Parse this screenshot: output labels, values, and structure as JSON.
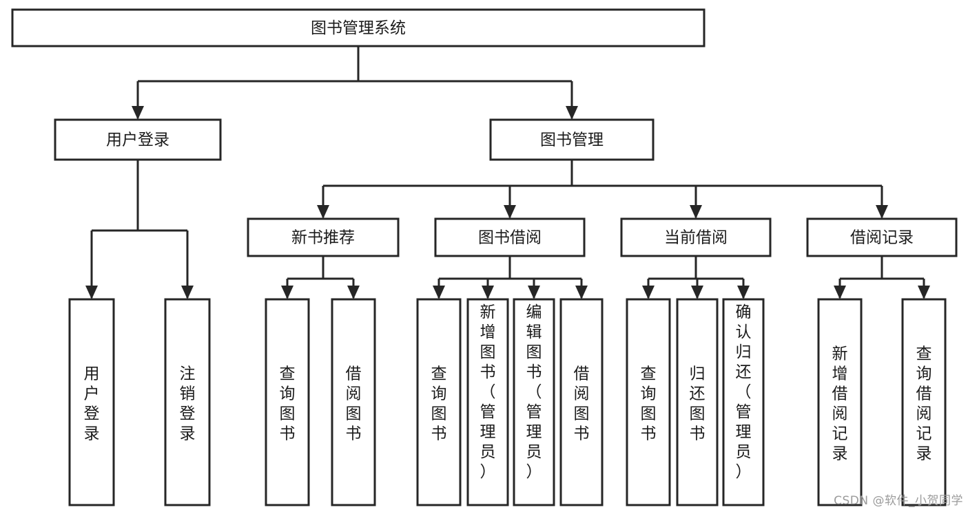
{
  "diagram": {
    "title": "图书管理系统",
    "type": "tree-hierarchy",
    "colors": {
      "stroke": "#262626",
      "fill": "#ffffff",
      "text": "#1b1b1b",
      "watermark": "#9b9b9b",
      "background": "#ffffff"
    },
    "nodes": {
      "root": {
        "label": "图书管理系统"
      },
      "level2": [
        {
          "id": "user-login",
          "label": "用户登录"
        },
        {
          "id": "book-manage",
          "label": "图书管理"
        }
      ],
      "level3": [
        {
          "id": "new-book-recommend",
          "label": "新书推荐"
        },
        {
          "id": "book-borrow",
          "label": "图书借阅"
        },
        {
          "id": "current-borrow",
          "label": "当前借阅"
        },
        {
          "id": "borrow-record",
          "label": "借阅记录"
        }
      ],
      "leaves": {
        "user-login": [
          {
            "id": "leaf-user-login",
            "label": "用户登录",
            "align": "middle"
          },
          {
            "id": "leaf-user-logout",
            "label": "注销登录",
            "align": "middle"
          }
        ],
        "new-book-recommend": [
          {
            "id": "leaf-query-book-1",
            "label": "查询图书",
            "align": "middle"
          },
          {
            "id": "leaf-borrow-book-1",
            "label": "借阅图书",
            "align": "middle"
          }
        ],
        "book-borrow": [
          {
            "id": "leaf-query-book-2",
            "label": "查询图书",
            "align": "middle"
          },
          {
            "id": "leaf-add-book",
            "label": "新增图书（管理员）",
            "align": "top"
          },
          {
            "id": "leaf-edit-book",
            "label": "编辑图书（管理员）",
            "align": "top"
          },
          {
            "id": "leaf-borrow-book-2",
            "label": "借阅图书",
            "align": "middle"
          }
        ],
        "current-borrow": [
          {
            "id": "leaf-query-book-3",
            "label": "查询图书",
            "align": "middle"
          },
          {
            "id": "leaf-return-book",
            "label": "归还图书",
            "align": "middle"
          },
          {
            "id": "leaf-confirm-return",
            "label": "确认归还（管理员）",
            "align": "top"
          }
        ],
        "borrow-record": [
          {
            "id": "leaf-add-record",
            "label": "新增借阅记录",
            "align": "middle"
          },
          {
            "id": "leaf-query-record",
            "label": "查询借阅记录",
            "align": "middle"
          }
        ]
      }
    },
    "watermark": "CSDN @软件_小贺同学"
  }
}
